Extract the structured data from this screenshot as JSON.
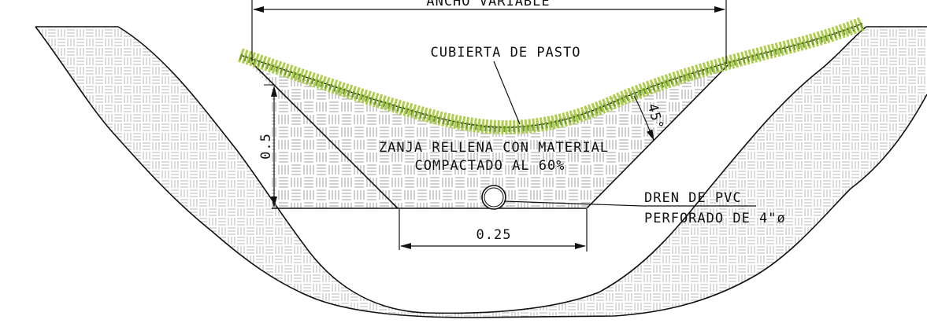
{
  "labels": {
    "width_label": "ANCHO VARIABLE",
    "grass_label": "CUBIERTA DE PASTO",
    "fill_line1": "ZANJA RELLENA CON MATERIAL",
    "fill_line2": "COMPACTADO AL 60%",
    "drain_line1": "DREN DE PVC",
    "drain_line2": "PERFORADO DE 4\"ø",
    "depth_dim": "0.5",
    "bottom_dim": "0.25",
    "angle": "45°"
  },
  "colors": {
    "line": "#111111",
    "hatch": "#8a8a8a",
    "grass_light": "#a6c93a",
    "grass_dark": "#5f8f1f",
    "background": "#ffffff"
  }
}
